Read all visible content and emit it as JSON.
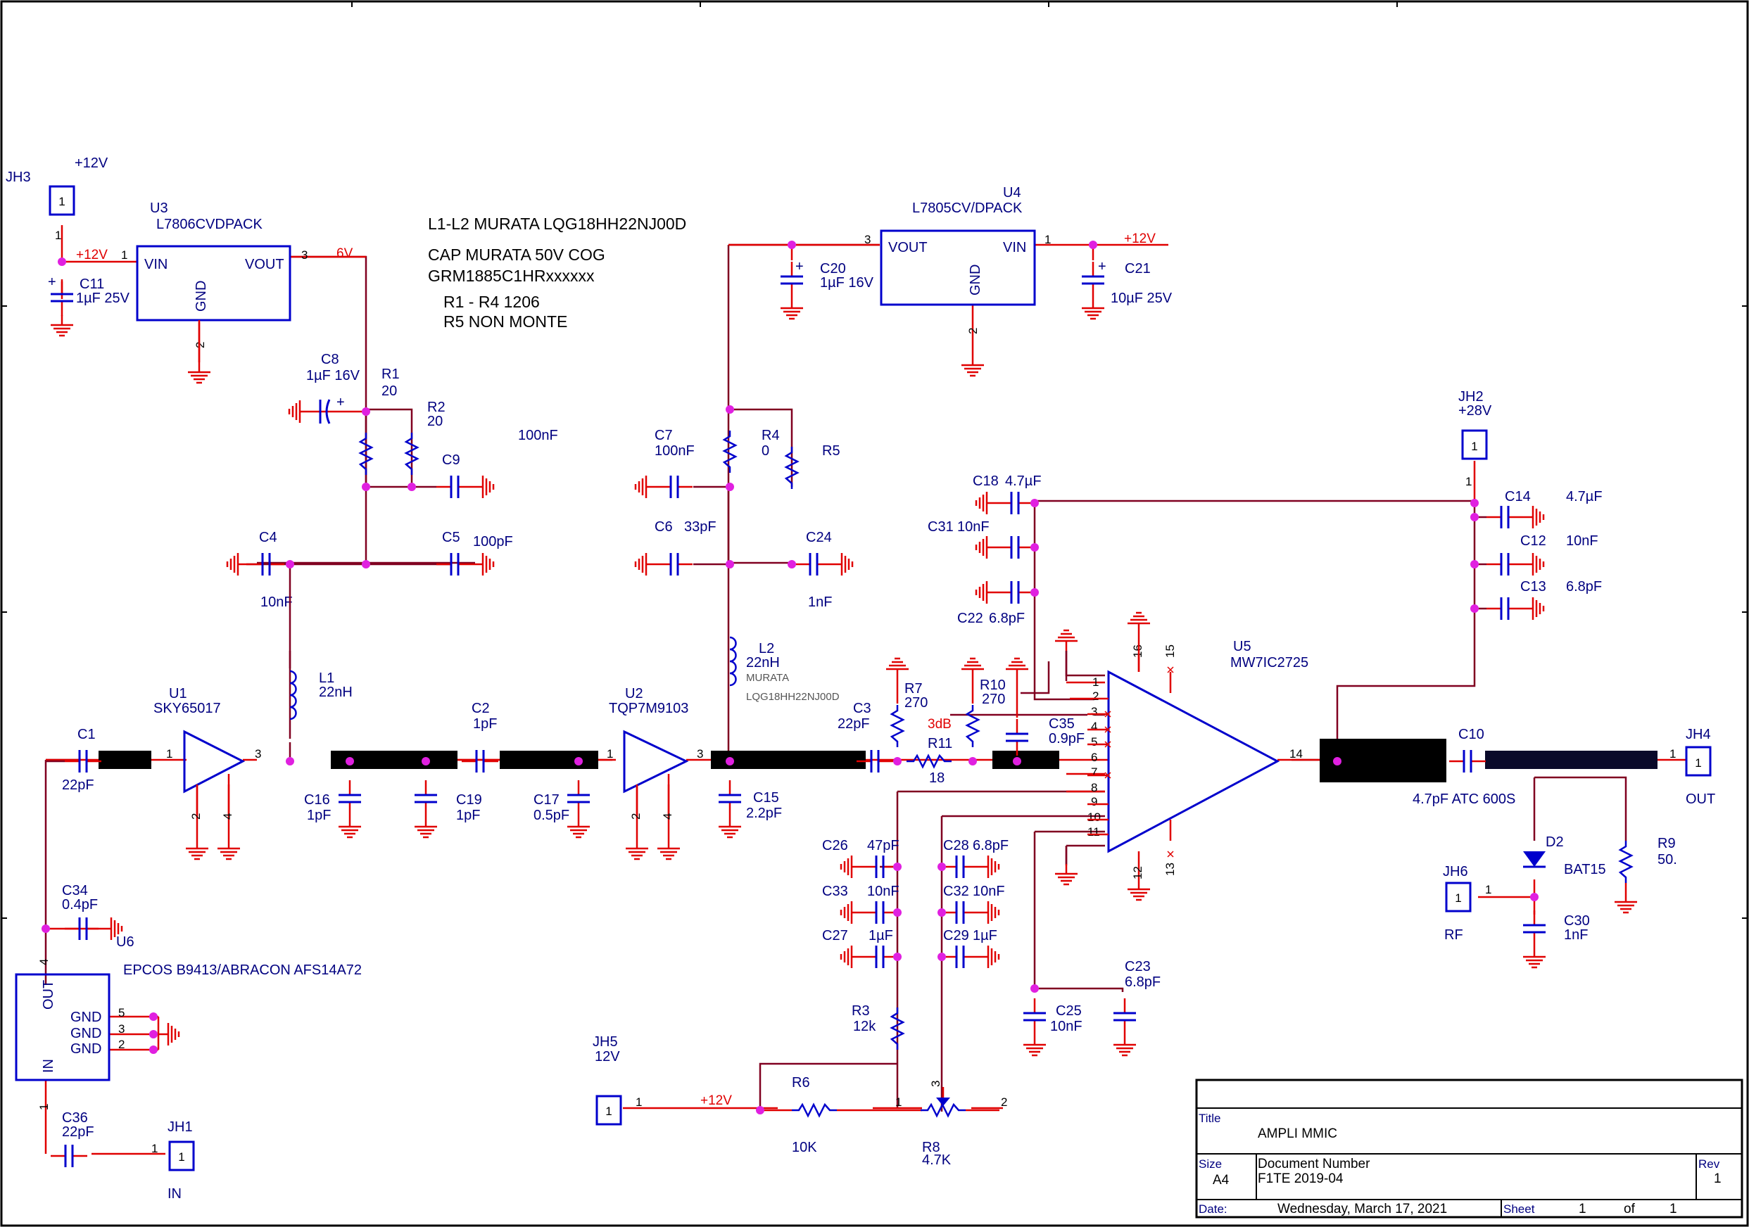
{
  "notes": {
    "line1": "L1-L2  MURATA LQG18HH22NJ00D",
    "line2": "CAP MURATA 50V COG",
    "line3": "GRM1885C1HRxxxxxx",
    "line4": "R1 - R4 1206",
    "line5": "R5 NON MONTE"
  },
  "net_labels": {
    "plus12_a": "+12V",
    "plus12_b": "+12V",
    "plus12_c": "+12V",
    "plus12_d": "+12V",
    "six_v": "6V",
    "three_db": "3dB",
    "plus28": "+28V",
    "jh5_12v": "12V"
  },
  "parts": {
    "JH1": {
      "ref": "JH1",
      "pin": "1",
      "label": "IN"
    },
    "JH2": {
      "ref": "JH2",
      "pin": "1"
    },
    "JH3": {
      "ref": "JH3",
      "pin": "1"
    },
    "JH4": {
      "ref": "JH4",
      "pin": "1",
      "label": "OUT"
    },
    "JH5": {
      "ref": "JH5",
      "pin": "1"
    },
    "JH6": {
      "ref": "JH6",
      "pin": "1",
      "label": "RF"
    },
    "U1": {
      "ref": "U1",
      "value": "SKY65017"
    },
    "U2": {
      "ref": "U2",
      "value": "TQP7M9103"
    },
    "U3": {
      "ref": "U3",
      "value": "L7806CVDPACK",
      "vin": "VIN",
      "vout": "VOUT",
      "gnd": "GND"
    },
    "U4": {
      "ref": "U4",
      "value": "L7805CV/DPACK",
      "vin": "VIN",
      "vout": "VOUT",
      "gnd": "GND"
    },
    "U5": {
      "ref": "U5",
      "value": "MW7IC2725"
    },
    "U6": {
      "ref": "U6",
      "value": "EPCOS B9413/ABRACON AFS14A72",
      "out": "OUT",
      "in": "IN",
      "gnd": "GND"
    },
    "C1": {
      "ref": "C1",
      "value": "22pF"
    },
    "C2": {
      "ref": "C2",
      "value": "1pF"
    },
    "C3": {
      "ref": "C3",
      "value": "22pF"
    },
    "C4": {
      "ref": "C4",
      "value": "10nF"
    },
    "C5": {
      "ref": "C5",
      "value": "100pF"
    },
    "C6": {
      "ref": "C6",
      "value": "33pF"
    },
    "C7": {
      "ref": "C7",
      "value": "100nF"
    },
    "C8": {
      "ref": "C8",
      "value": "1µF 16V"
    },
    "C9": {
      "ref": "C9",
      "value": "100nF"
    },
    "C10": {
      "ref": "C10",
      "value": "4.7pF ATC 600S"
    },
    "C11": {
      "ref": "C11",
      "value": "1µF 25V"
    },
    "C12": {
      "ref": "C12",
      "value": "10nF"
    },
    "C13": {
      "ref": "C13",
      "value": "6.8pF"
    },
    "C14": {
      "ref": "C14",
      "value": "4.7µF"
    },
    "C15": {
      "ref": "C15",
      "value": "2.2pF"
    },
    "C16": {
      "ref": "C16",
      "value": "1pF"
    },
    "C17": {
      "ref": "C17",
      "value": "0.5pF"
    },
    "C18": {
      "ref": "C18",
      "value": "4.7µF"
    },
    "C19": {
      "ref": "C19",
      "value": "1pF"
    },
    "C20": {
      "ref": "C20",
      "value": "1µF 16V"
    },
    "C21": {
      "ref": "C21",
      "value": "10µF 25V"
    },
    "C22": {
      "ref": "C22",
      "value": "6.8pF"
    },
    "C23": {
      "ref": "C23",
      "value": "6.8pF"
    },
    "C24": {
      "ref": "C24",
      "value": "1nF"
    },
    "C25": {
      "ref": "C25",
      "value": "10nF"
    },
    "C26": {
      "ref": "C26",
      "value": "47pF"
    },
    "C27": {
      "ref": "C27",
      "value": "1µF"
    },
    "C28": {
      "ref": "C28",
      "value": "6.8pF"
    },
    "C29": {
      "ref": "C29",
      "value": "1µF"
    },
    "C30": {
      "ref": "C30",
      "value": "1nF"
    },
    "C31": {
      "ref": "C31",
      "value": "10nF"
    },
    "C32": {
      "ref": "C32",
      "value": "10nF"
    },
    "C33": {
      "ref": "C33",
      "value": "10nF"
    },
    "C34": {
      "ref": "C34",
      "value": "0.4pF"
    },
    "C35": {
      "ref": "C35",
      "value": "0.9pF"
    },
    "C36": {
      "ref": "C36",
      "value": "22pF"
    },
    "R1": {
      "ref": "R1",
      "value": "20"
    },
    "R2": {
      "ref": "R2",
      "value": "20"
    },
    "R3": {
      "ref": "R3",
      "value": "12k"
    },
    "R4": {
      "ref": "R4",
      "value": "0"
    },
    "R5": {
      "ref": "R5"
    },
    "R6": {
      "ref": "R6",
      "value": "10K"
    },
    "R7": {
      "ref": "R7",
      "value": "270"
    },
    "R8": {
      "ref": "R8",
      "value": "4.7K"
    },
    "R9": {
      "ref": "R9",
      "value": "50."
    },
    "R10": {
      "ref": "R10",
      "value": "270"
    },
    "R11": {
      "ref": "R11",
      "value": "18"
    },
    "L1": {
      "ref": "L1",
      "value": "22nH"
    },
    "L2": {
      "ref": "L2",
      "value": "22nH",
      "mfr": "MURATA",
      "pn": "LQG18HH22NJ00D"
    },
    "D2": {
      "ref": "D2",
      "value": "BAT15"
    }
  },
  "title_block": {
    "title_label": "Title",
    "title": "AMPLI MMIC",
    "size_label": "Size",
    "size": "A4",
    "docnum_label": "Document Number",
    "docnum": "F1TE 2019-04",
    "rev_label": "Rev",
    "rev": "1",
    "date_label": "Date:",
    "date": "Wednesday, March 17, 2021",
    "sheet_label": "Sheet",
    "sheet": "1",
    "of_label": "of",
    "of": "1"
  }
}
